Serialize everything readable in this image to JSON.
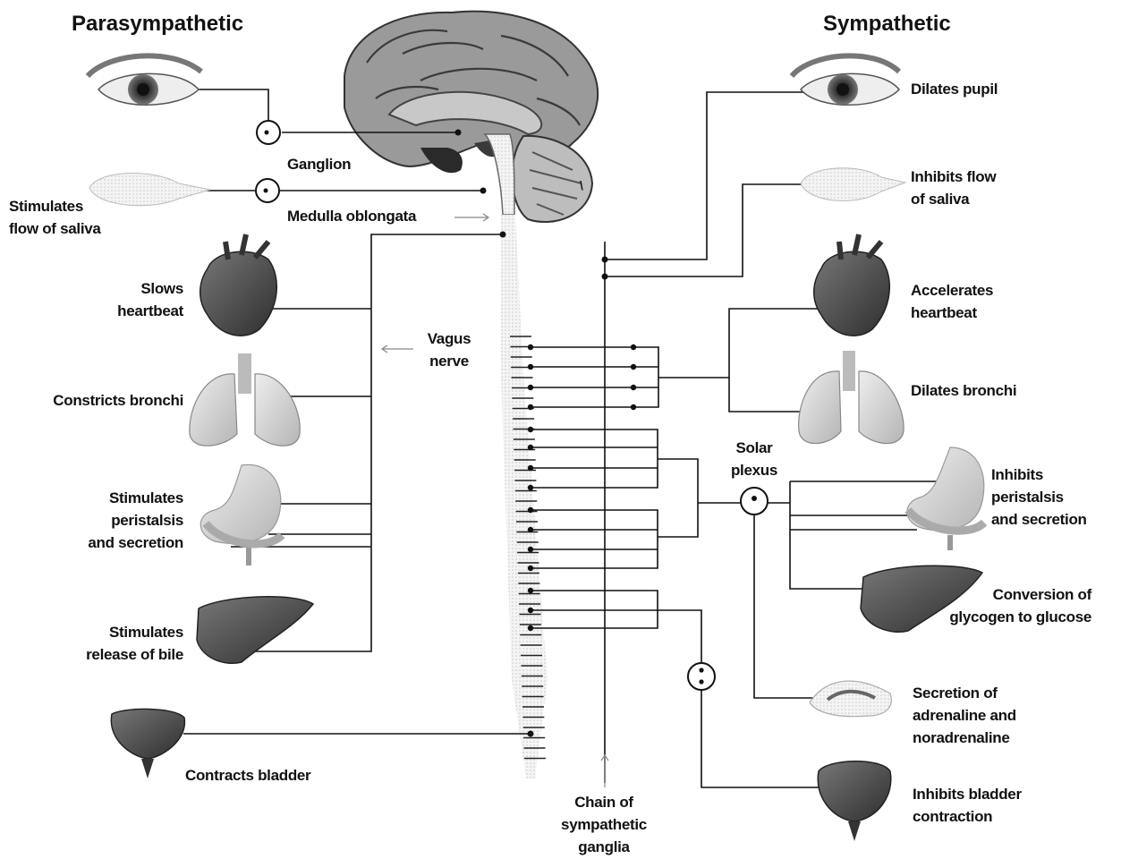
{
  "headings": {
    "left": "Parasympathetic",
    "right": "Sympathetic"
  },
  "center_labels": {
    "ganglion": "Ganglion",
    "medulla": "Medulla oblongata",
    "vagus": [
      "Vagus",
      "nerve"
    ],
    "solar_plexus": [
      "Solar",
      "plexus"
    ],
    "chain": [
      "Chain of",
      "sympathetic",
      "ganglia"
    ]
  },
  "parasympathetic": [
    {
      "organ": "saliva",
      "label": [
        "Stimulates",
        "flow of saliva"
      ]
    },
    {
      "organ": "heart",
      "label": [
        "Slows",
        "heartbeat"
      ]
    },
    {
      "organ": "lungs",
      "label": [
        "Constricts bronchi"
      ]
    },
    {
      "organ": "stomach",
      "label": [
        "Stimulates",
        "peristalsis",
        "and secretion"
      ]
    },
    {
      "organ": "liver",
      "label": [
        "Stimulates",
        "release of bile"
      ]
    },
    {
      "organ": "bladder",
      "label": [
        "Contracts bladder"
      ]
    }
  ],
  "sympathetic": [
    {
      "organ": "eye",
      "label": [
        "Dilates pupil"
      ]
    },
    {
      "organ": "saliva",
      "label": [
        "Inhibits flow",
        "of saliva"
      ]
    },
    {
      "organ": "heart",
      "label": [
        "Accelerates",
        "heartbeat"
      ]
    },
    {
      "organ": "lungs",
      "label": [
        "Dilates bronchi"
      ]
    },
    {
      "organ": "stomach",
      "label": [
        "Inhibits",
        "peristalsis",
        "and secretion"
      ]
    },
    {
      "organ": "liver",
      "label": [
        "Conversion of",
        "glycogen to glucose"
      ]
    },
    {
      "organ": "adrenal",
      "label": [
        "Secretion of",
        "adrenaline and",
        "noradrenaline"
      ]
    },
    {
      "organ": "bladder",
      "label": [
        "Inhibits bladder",
        "contraction"
      ]
    }
  ]
}
